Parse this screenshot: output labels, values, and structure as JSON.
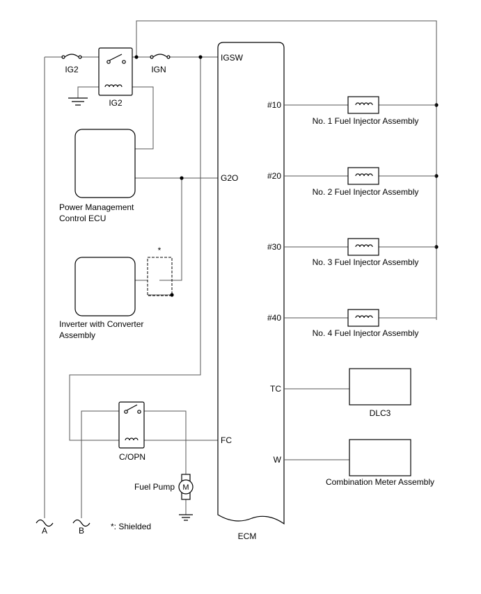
{
  "fuses": {
    "ig2": "IG2",
    "ign": "IGN"
  },
  "relays": {
    "ig2": "IG2",
    "copn": "C/OPN"
  },
  "ecm": {
    "label": "ECM",
    "pins": {
      "igsw": "IGSW",
      "g2o": "G2O",
      "fc": "FC",
      "p10": "#10",
      "p20": "#20",
      "p30": "#30",
      "p40": "#40",
      "tc": "TC",
      "w": "W"
    }
  },
  "components": {
    "pm_ecu_line1": "Power Management",
    "pm_ecu_line2": "Control ECU",
    "inverter_line1": "Inverter with Converter",
    "inverter_line2": "Assembly",
    "injector1": "No. 1 Fuel Injector Assembly",
    "injector2": "No. 2 Fuel Injector Assembly",
    "injector3": "No. 3 Fuel Injector Assembly",
    "injector4": "No. 4 Fuel Injector Assembly",
    "dlc3": "DLC3",
    "meter": "Combination Meter Assembly",
    "fuel_pump": "Fuel Pump",
    "motor_symbol": "M"
  },
  "connectors": {
    "a": "A",
    "b": "B"
  },
  "shield": {
    "marker": "*",
    "note": "*: Shielded"
  }
}
